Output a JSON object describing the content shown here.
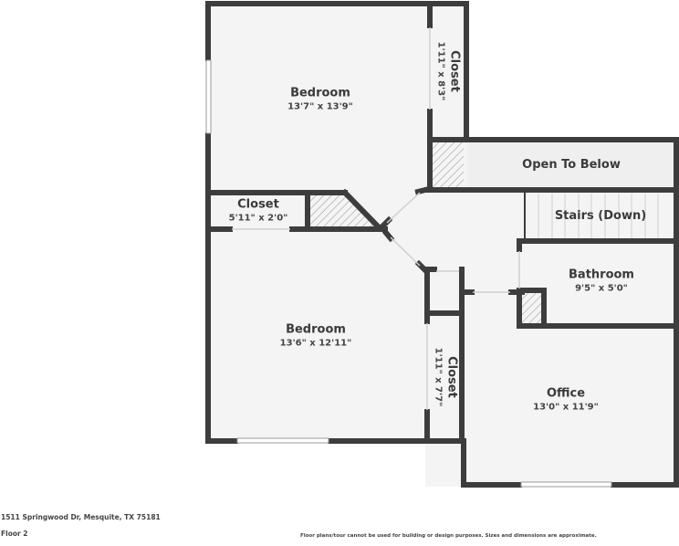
{
  "floorplan": {
    "floor_label": "Floor 2",
    "address": "1511 Springwood Dr, Mesquite, TX 75181",
    "disclaimer": "Floor plans/tour cannot be used for building or design purposes. Sizes and dimensions are approximate.",
    "colors": {
      "wall": "#3d3d3d",
      "floor": "#f4f4f4",
      "open_to_below": "#efefef",
      "hatch": "#8a8a8a",
      "text": "#3a3a3a"
    },
    "rooms": [
      {
        "id": "bedroom-1",
        "name": "Bedroom",
        "dimensions": "13'7\" x 13'9\""
      },
      {
        "id": "closet-1",
        "name": "Closet",
        "dimensions": "1'11\" x 8'3\""
      },
      {
        "id": "closet-2",
        "name": "Closet",
        "dimensions": "5'11\" x 2'0\""
      },
      {
        "id": "open-to-below",
        "name": "Open To Below",
        "dimensions": ""
      },
      {
        "id": "stairs",
        "name": "Stairs (Down)",
        "dimensions": ""
      },
      {
        "id": "bathroom",
        "name": "Bathroom",
        "dimensions": "9'5\" x 5'0\""
      },
      {
        "id": "bedroom-2",
        "name": "Bedroom",
        "dimensions": "13'6\" x 12'11\""
      },
      {
        "id": "closet-3",
        "name": "Closet",
        "dimensions": "1'11\" x 7'7\""
      },
      {
        "id": "office",
        "name": "Office",
        "dimensions": "13'0\" x 11'9\""
      }
    ]
  }
}
